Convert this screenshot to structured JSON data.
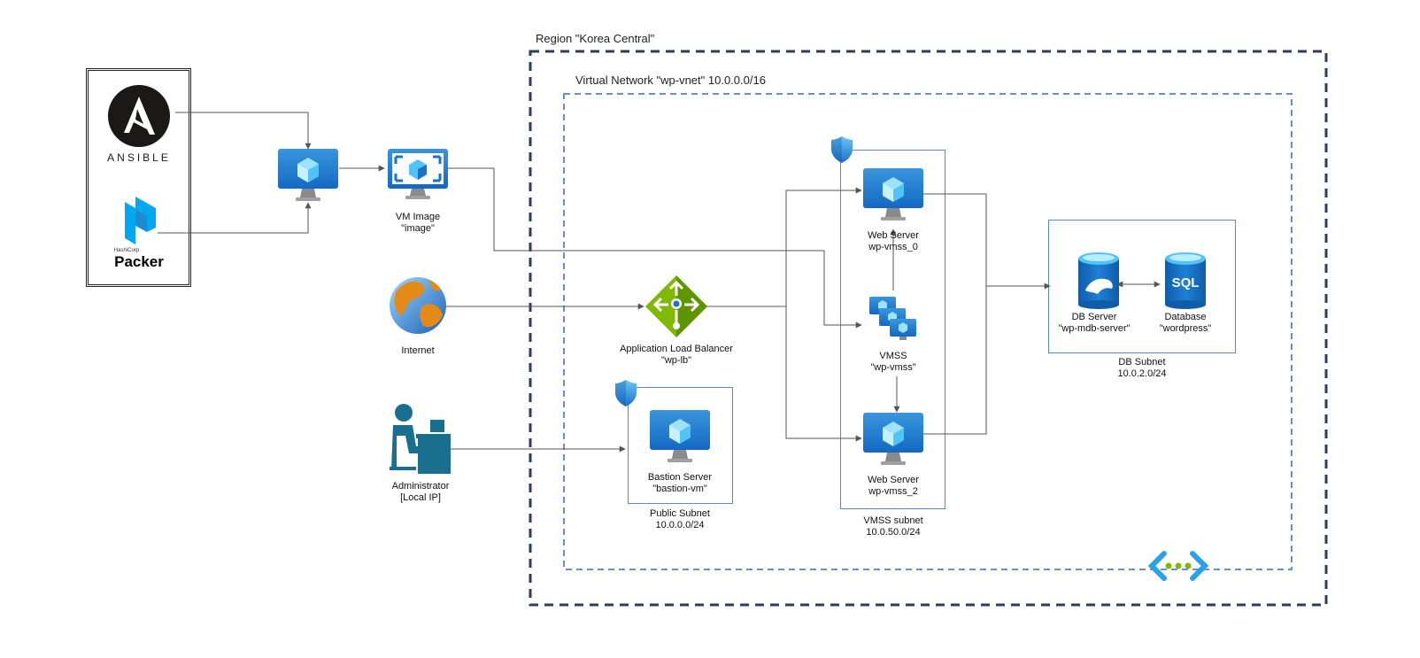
{
  "region": {
    "label": "Region \"Korea Central\""
  },
  "vnet": {
    "label": "Virtual Network \"wp-vnet\" 10.0.0.0/16"
  },
  "tools": {
    "ansible": "ANSIBLE",
    "packer_small": "HashiCorp",
    "packer": "Packer"
  },
  "nodes": {
    "vm_image": {
      "line1": "VM Image",
      "line2": "\"image\""
    },
    "internet": {
      "line1": "Internet"
    },
    "administrator": {
      "line1": "Administrator",
      "line2": "[Local IP]"
    },
    "load_balancer": {
      "line1": "Application Load Balancer",
      "line2": "\"wp-lb\""
    },
    "bastion": {
      "line1": "Bastion Server",
      "line2": "\"bastion-vm\""
    },
    "web0": {
      "line1": "Web Server",
      "line2": "wp-vmss_0"
    },
    "vmss": {
      "line1": "VMSS",
      "line2": "\"wp-vmss\""
    },
    "web2": {
      "line1": "Web Server",
      "line2": "wp-vmss_2"
    },
    "db_server": {
      "line1": "DB Server",
      "line2": "\"wp-mdb-server\""
    },
    "database": {
      "line1": "Database",
      "line2": "\"wordpress\"",
      "icon_text": "SQL"
    }
  },
  "subnets": {
    "public": {
      "line1": "Public Subnet",
      "line2": "10.0.0.0/24"
    },
    "vmss": {
      "line1": "VMSS subnet",
      "line2": "10.0.50.0/24"
    },
    "db": {
      "line1": "DB Subnet",
      "line2": "10.0.2.0/24"
    }
  },
  "colors": {
    "azure_blue": "#0078d4",
    "azure_light": "#50c3f7",
    "region_border": "#2c3e5c",
    "vnet_border": "#6b8fc7",
    "subnet_border": "#5b8ac0",
    "arrow": "#555555",
    "lb_green": "#7fba00",
    "person": "#1a6e8e"
  }
}
